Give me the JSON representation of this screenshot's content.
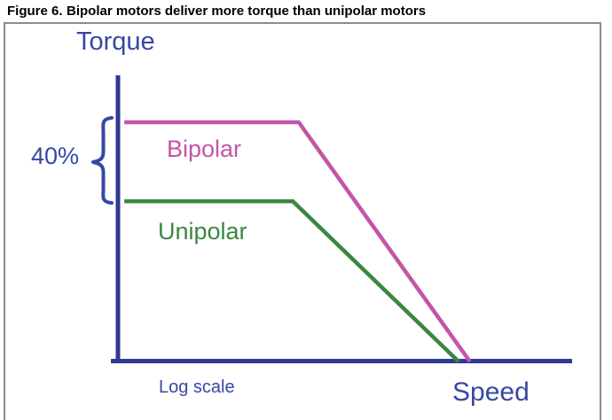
{
  "figure": {
    "label": "Figure 6.",
    "caption": "Bipolar motors deliver more torque than unipolar motors"
  },
  "chart": {
    "y_axis_label": "Torque",
    "x_axis_label": "Speed",
    "x_scale_note": "Log scale",
    "difference_label": "40%",
    "series_labels": {
      "bipolar": "Bipolar",
      "unipolar": "Unipolar"
    }
  },
  "colors": {
    "axis_blue": "#2e3a92",
    "label_blue": "#3648a4",
    "bipolar_magenta": "#c355a8",
    "unipolar_green": "#3a8742",
    "frame_gray": "#8c8c8c"
  },
  "chart_data": {
    "type": "line",
    "title": "Bipolar motors deliver more torque than unipolar motors",
    "xlabel": "Speed",
    "ylabel": "Torque",
    "x_scale": "log",
    "grid": false,
    "legend": "inline-labels",
    "x_range_norm": [
      0,
      1
    ],
    "y_range_norm": [
      0,
      1
    ],
    "series": [
      {
        "name": "Bipolar",
        "color": "#c355a8",
        "points": [
          [
            0.014,
            1.0
          ],
          [
            0.398,
            1.0
          ],
          [
            0.775,
            0.0
          ]
        ]
      },
      {
        "name": "Unipolar",
        "color": "#3a8742",
        "points": [
          [
            0.014,
            0.67
          ],
          [
            0.385,
            0.67
          ],
          [
            0.75,
            0.0
          ]
        ]
      }
    ],
    "annotations": [
      {
        "text": "40%",
        "target": "torque gap between Bipolar and Unipolar flat regions"
      },
      {
        "text": "Log scale",
        "target": "x axis"
      }
    ]
  }
}
